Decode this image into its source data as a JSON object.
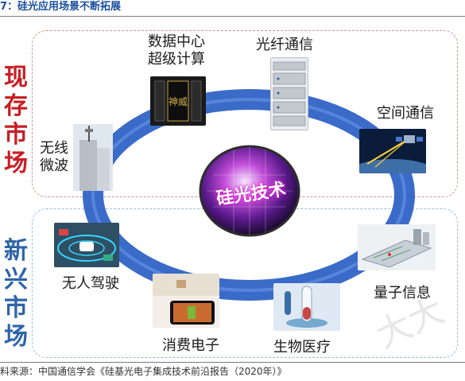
{
  "caption": "7：硅光应用场景不断拓展",
  "regions": {
    "existing": "现存市场",
    "emerging": "新兴市场"
  },
  "center": "硅光技术",
  "existing_nodes": {
    "datacenter": [
      "数据中心",
      "超级计算"
    ],
    "fiber": "光纤通信",
    "space": "空间通信",
    "wireless": [
      "无线",
      "微波"
    ]
  },
  "emerging_nodes": {
    "driving": "无人驾驶",
    "quantum": "量子信息",
    "consumer": "消费电子",
    "bio": "生物医疗"
  },
  "source": "料来源：中国通信学会《硅基光电子集成技术前沿报告（2020年）》",
  "colors": {
    "ring": "#2f63c6",
    "existing_accent": "#c81e24",
    "emerging_accent": "#2f64a8",
    "caption": "#1a4f9c"
  },
  "icons": {
    "center": "silicon-wafer-chip-icon",
    "datacenter": "supercomputer-cabinet-icon",
    "fiber": "optical-network-rack-icon",
    "space": "satellite-beam-icon",
    "wireless": "cell-tower-building-icon",
    "driving": "autonomous-car-icon",
    "quantum": "quantum-circuit-board-icon",
    "consumer": "smartphone-icon",
    "bio": "test-tube-icon"
  }
}
